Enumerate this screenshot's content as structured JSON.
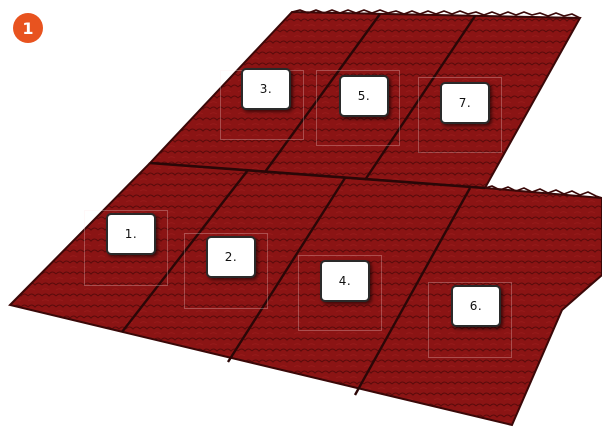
{
  "step_badge": {
    "text": "1",
    "color": "#e8531f"
  },
  "roof": {
    "tile_color": "#8b1414",
    "ridge_color": "#2a0707",
    "highlight_color": "#a52222"
  },
  "panels": [
    {
      "number": "1.",
      "label": "1."
    },
    {
      "number": "2.",
      "label": "2."
    },
    {
      "number": "3.",
      "label": "3."
    },
    {
      "number": "4.",
      "label": "4."
    },
    {
      "number": "5.",
      "label": "5."
    },
    {
      "number": "6.",
      "label": "6."
    },
    {
      "number": "7.",
      "label": "7."
    }
  ]
}
